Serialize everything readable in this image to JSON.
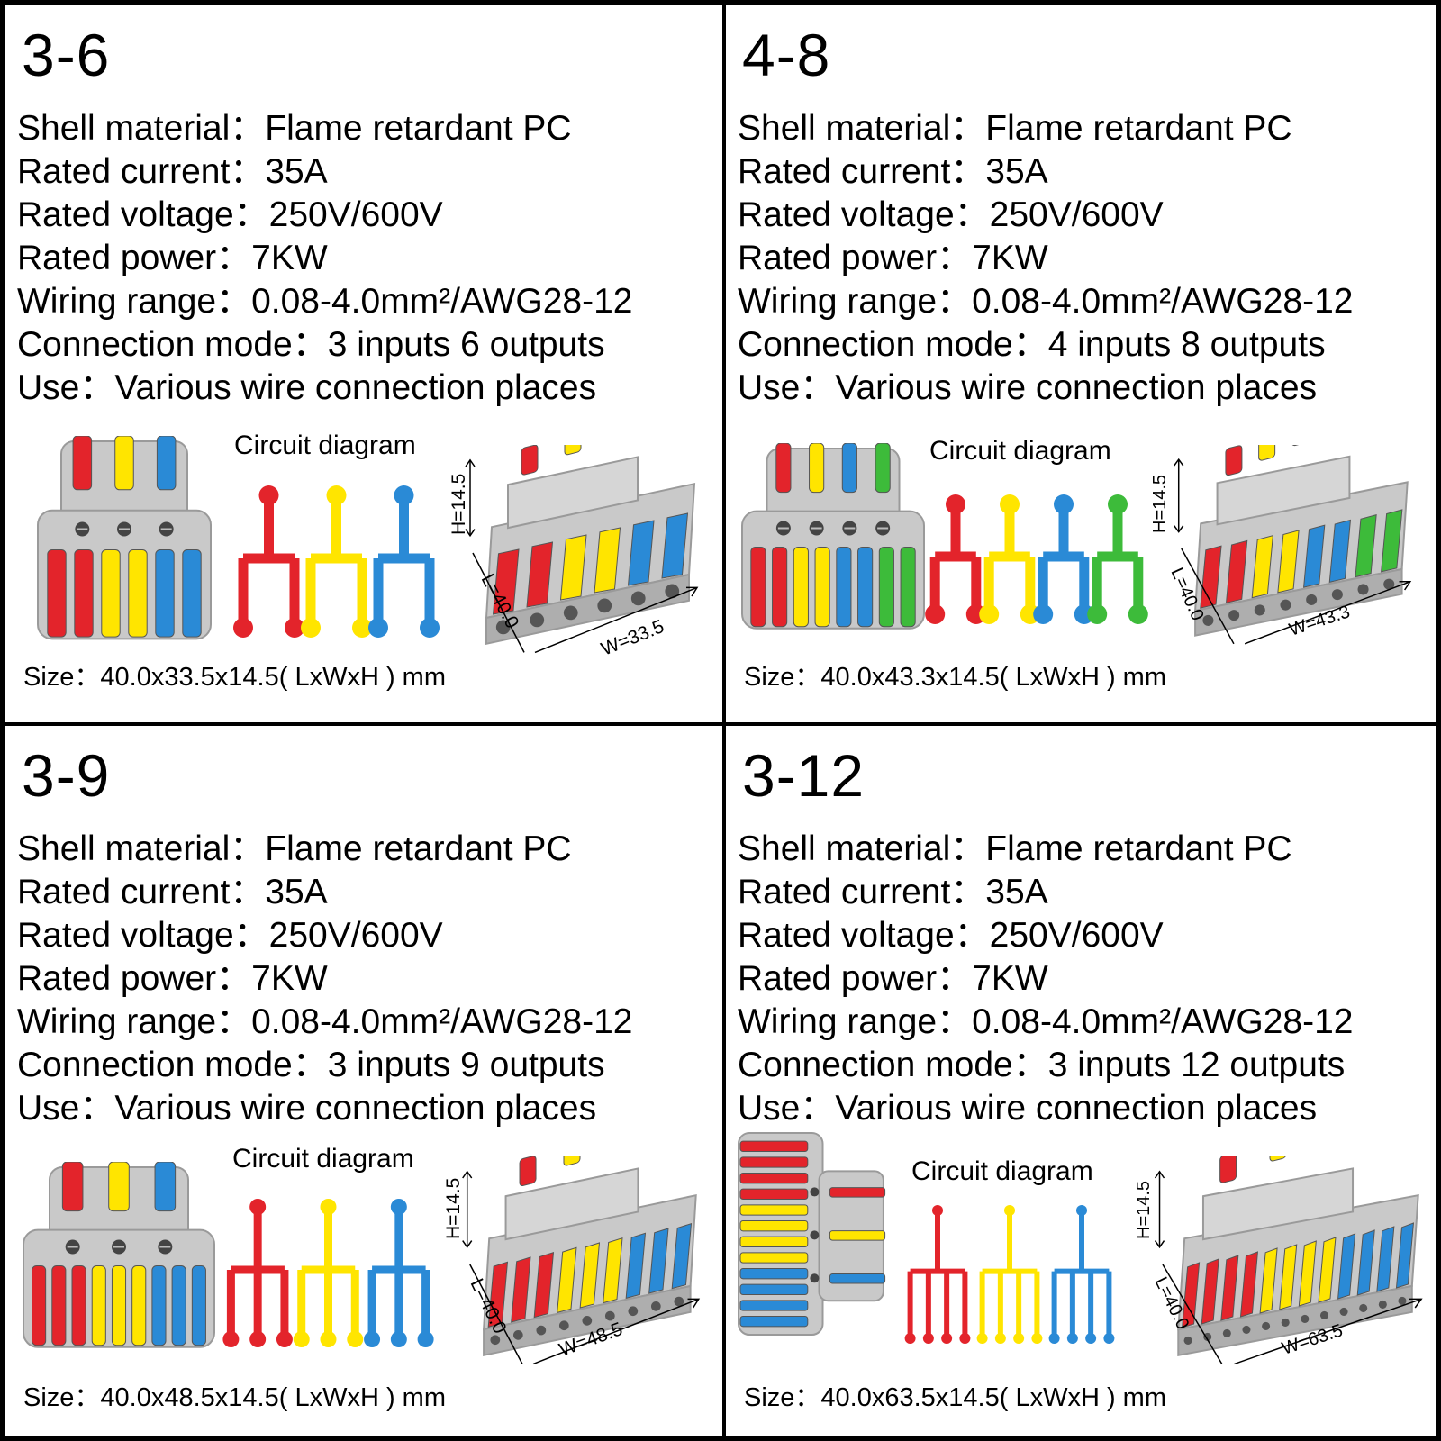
{
  "panels": [
    {
      "model": "3-6",
      "specs": [
        "Shell material：Flame retardant PC",
        "Rated current：35A",
        "Rated voltage：250V/600V",
        "Rated power：7KW",
        "Wiring range：0.08-4.0mm²/AWG28-12",
        "Connection mode：3 inputs 6 outputs",
        "Use：Various wire connection places"
      ],
      "circuit_title": "Circuit diagram",
      "size": "Size：40.0x33.5x14.5( LxWxH ) mm",
      "dims": {
        "h": "H=14.5",
        "l": "L=40.0",
        "w": "W=33.5"
      },
      "inputs": [
        "red",
        "yellow",
        "blue"
      ],
      "outputs_per_input": 2
    },
    {
      "model": "4-8",
      "specs": [
        "Shell material：Flame retardant PC",
        "Rated current：35A",
        "Rated voltage：250V/600V",
        "Rated power：7KW",
        "Wiring range：0.08-4.0mm²/AWG28-12",
        "Connection mode：4 inputs 8 outputs",
        "Use：Various wire connection places"
      ],
      "circuit_title": "Circuit diagram",
      "size": "Size：40.0x43.3x14.5( LxWxH ) mm",
      "dims": {
        "h": "H=14.5",
        "l": "L=40.0",
        "w": "W=43.3"
      },
      "inputs": [
        "red",
        "yellow",
        "blue",
        "green"
      ],
      "outputs_per_input": 2
    },
    {
      "model": "3-9",
      "specs": [
        "Shell material：Flame retardant PC",
        "Rated current：35A",
        "Rated voltage：250V/600V",
        "Rated power：7KW",
        "Wiring range：0.08-4.0mm²/AWG28-12",
        "Connection mode：3 inputs 9 outputs",
        "Use：Various wire connection places"
      ],
      "circuit_title": "Circuit diagram",
      "size": "Size：40.0x48.5x14.5( LxWxH ) mm",
      "dims": {
        "h": "H=14.5",
        "l": "L=40.0",
        "w": "W=48.5"
      },
      "inputs": [
        "red",
        "yellow",
        "blue"
      ],
      "outputs_per_input": 3
    },
    {
      "model": "3-12",
      "specs": [
        "Shell material：Flame retardant PC",
        "Rated current：35A",
        "Rated voltage：250V/600V",
        "Rated power：7KW",
        "Wiring range：0.08-4.0mm²/AWG28-12",
        "Connection mode：3 inputs 12 outputs",
        "Use：Various wire connection places"
      ],
      "circuit_title": "Circuit diagram",
      "size": "Size：40.0x63.5x14.5( LxWxH ) mm",
      "dims": {
        "h": "H=14.5",
        "l": "L=40.0",
        "w": "W=63.5"
      },
      "inputs": [
        "red",
        "yellow",
        "blue"
      ],
      "outputs_per_input": 4
    }
  ],
  "colors": {
    "red": "#e3242b",
    "yellow": "#ffe500",
    "blue": "#2a8ad6",
    "green": "#3dbb3a",
    "shell": "#c9c9c9",
    "shell_dark": "#9a9a9a"
  }
}
